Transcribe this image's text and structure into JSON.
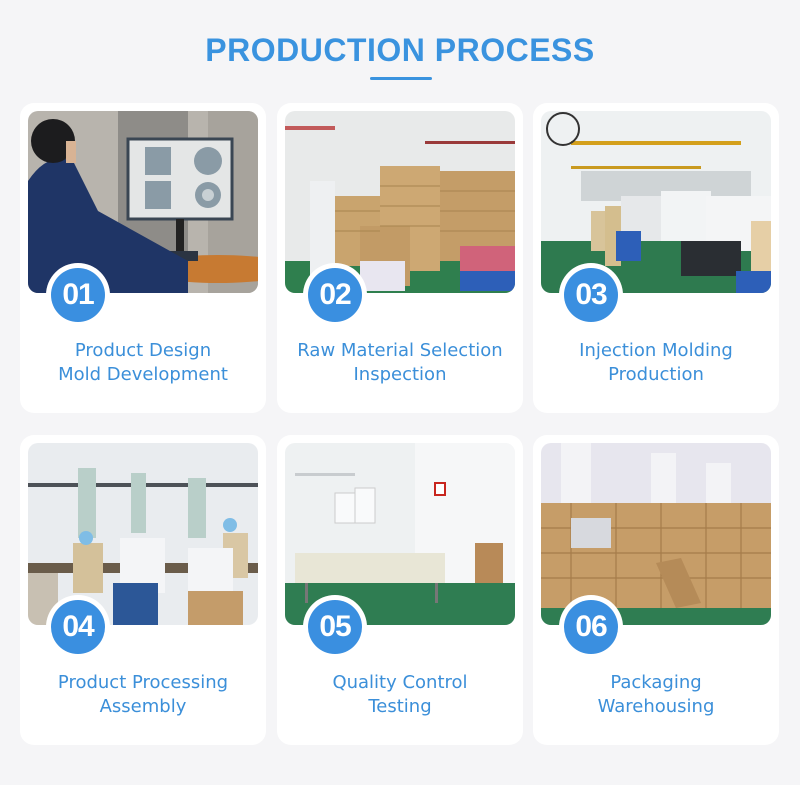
{
  "page": {
    "title": "PRODUCTION PROCESS",
    "accent_color": "#3a93df",
    "badge_color": "#3a8fe0",
    "label_color": "#3b8fd9",
    "background_color": "#f5f5f7"
  },
  "steps": [
    {
      "number": "01",
      "line1": "Product Design",
      "line2": "Mold Development",
      "photo": "engineer-cad-workstation"
    },
    {
      "number": "02",
      "line1": "Raw Material Selection",
      "line2": "Inspection",
      "photo": "raw-material-sacks-warehouse"
    },
    {
      "number": "03",
      "line1": "Injection Molding",
      "line2": "Production",
      "photo": "injection-molding-machines-line"
    },
    {
      "number": "04",
      "line1": "Product Processing",
      "line2": "Assembly",
      "photo": "assembly-workers-stacks"
    },
    {
      "number": "05",
      "line1": "Quality Control",
      "line2": "Testing",
      "photo": "qc-testing-table-room"
    },
    {
      "number": "06",
      "line1": "Packaging",
      "line2": "Warehousing",
      "photo": "carton-boxes-warehouse"
    }
  ]
}
